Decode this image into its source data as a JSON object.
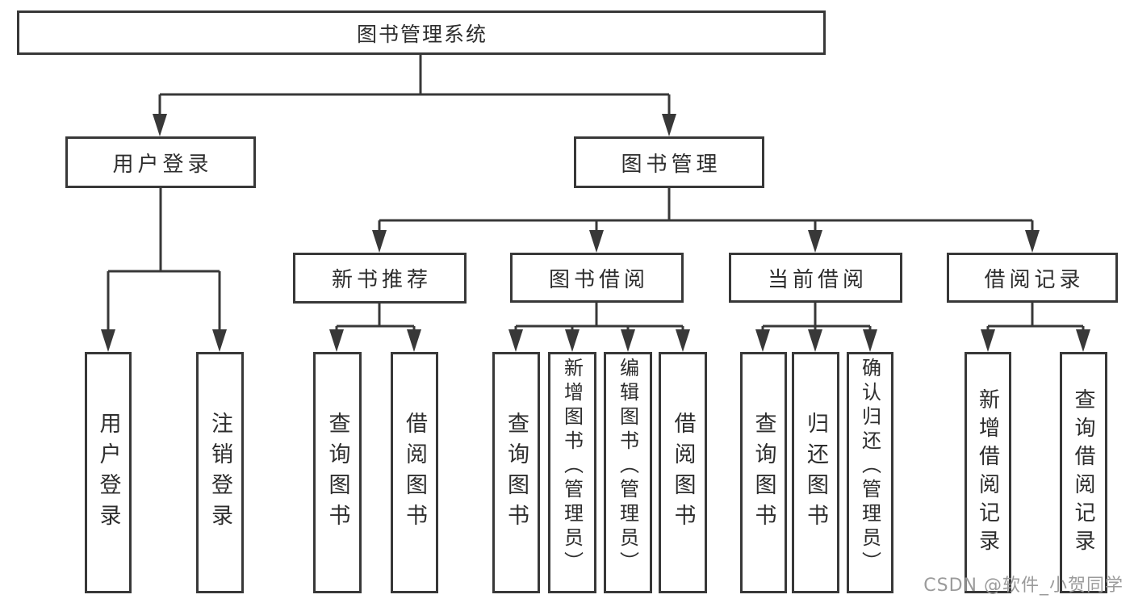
{
  "tree": {
    "root": {
      "label": "图书管理系统",
      "children": [
        {
          "label": "用户登录",
          "children": [
            {
              "label": "用户登录"
            },
            {
              "label": "注销登录"
            }
          ]
        },
        {
          "label": "图书管理",
          "children": [
            {
              "label": "新书推荐",
              "children": [
                {
                  "label": "查询图书"
                },
                {
                  "label": "借阅图书"
                }
              ]
            },
            {
              "label": "图书借阅",
              "children": [
                {
                  "label": "查询图书"
                },
                {
                  "label": "新增图书（管理员）"
                },
                {
                  "label": "编辑图书（管理员）"
                },
                {
                  "label": "借阅图书"
                }
              ]
            },
            {
              "label": "当前借阅",
              "children": [
                {
                  "label": "查询图书"
                },
                {
                  "label": "归还图书"
                },
                {
                  "label": "确认归还（管理员）"
                }
              ]
            },
            {
              "label": "借阅记录",
              "children": [
                {
                  "label": "新增借阅记录"
                },
                {
                  "label": "查询借阅记录"
                }
              ]
            }
          ]
        }
      ]
    }
  },
  "watermark": "CSDN @软件_小贺同学",
  "colors": {
    "line": "#383838",
    "text": "#2d2d2d",
    "background": "#ffffff",
    "watermark": "#9b9b9b"
  }
}
